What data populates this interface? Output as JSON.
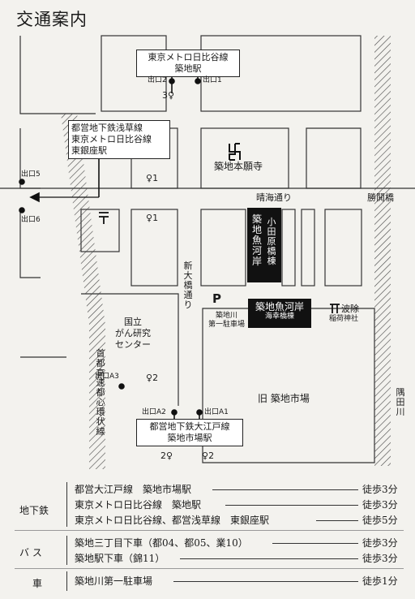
{
  "title": "交通案内",
  "stations": {
    "tsukiji": [
      "東京メトロ日比谷線",
      "築地駅"
    ],
    "higashiginza": [
      "都営地下鉄浅草線",
      "東京メトロ日比谷線",
      "東銀座駅"
    ],
    "tsukijishijo": [
      "都営地下鉄大江戸線",
      "築地市場駅"
    ]
  },
  "exits": {
    "e2": "出口2",
    "e1": "出口1",
    "e5": "出口5",
    "e6": "出口6",
    "a3": "出口A3",
    "a2": "出口A2",
    "a1": "出口A1"
  },
  "toilets": {
    "t3": "3",
    "t1a": "1",
    "t1b": "1",
    "t2a": "2",
    "t2b": "2",
    "t2c": "2"
  },
  "places": {
    "honganji": "築地本願寺",
    "harumi": "晴海通り",
    "kachidoki": "勝鬨橋",
    "odawara_main": "築地魚河岸",
    "odawara_sub": "小田原橋棟",
    "shinohashi": "新大橋通り",
    "parking_p": "P",
    "parking_name": "築地川\n第一駐車場",
    "kaiko_main": "築地魚河岸",
    "kaiko_sub": "海幸橋棟",
    "namiyoke": "波除",
    "namiyoke2": "稲荷神社",
    "cancer": "国立\nがん研究\nセンター",
    "expressway": "首都高速都心環状線",
    "old_market": "旧 築地市場",
    "sumida": "隅田川"
  },
  "access": {
    "subway_label": "地下鉄",
    "bus_label": "バ ス",
    "car_label": "車",
    "rows": [
      {
        "route": "都営大江戸線　築地市場駅",
        "time": "徒歩3分"
      },
      {
        "route": "東京メトロ日比谷線　築地駅",
        "time": "徒歩3分"
      },
      {
        "route": "東京メトロ日比谷線、都営浅草線　東銀座駅",
        "time": "徒歩5分"
      },
      {
        "route": "築地三丁目下車（都04、都05、業10）",
        "time": "徒歩3分"
      },
      {
        "route": "築地駅下車（錦11）",
        "time": "徒歩3分"
      },
      {
        "route": "築地川第一駐車場",
        "time": "徒歩1分"
      }
    ]
  }
}
